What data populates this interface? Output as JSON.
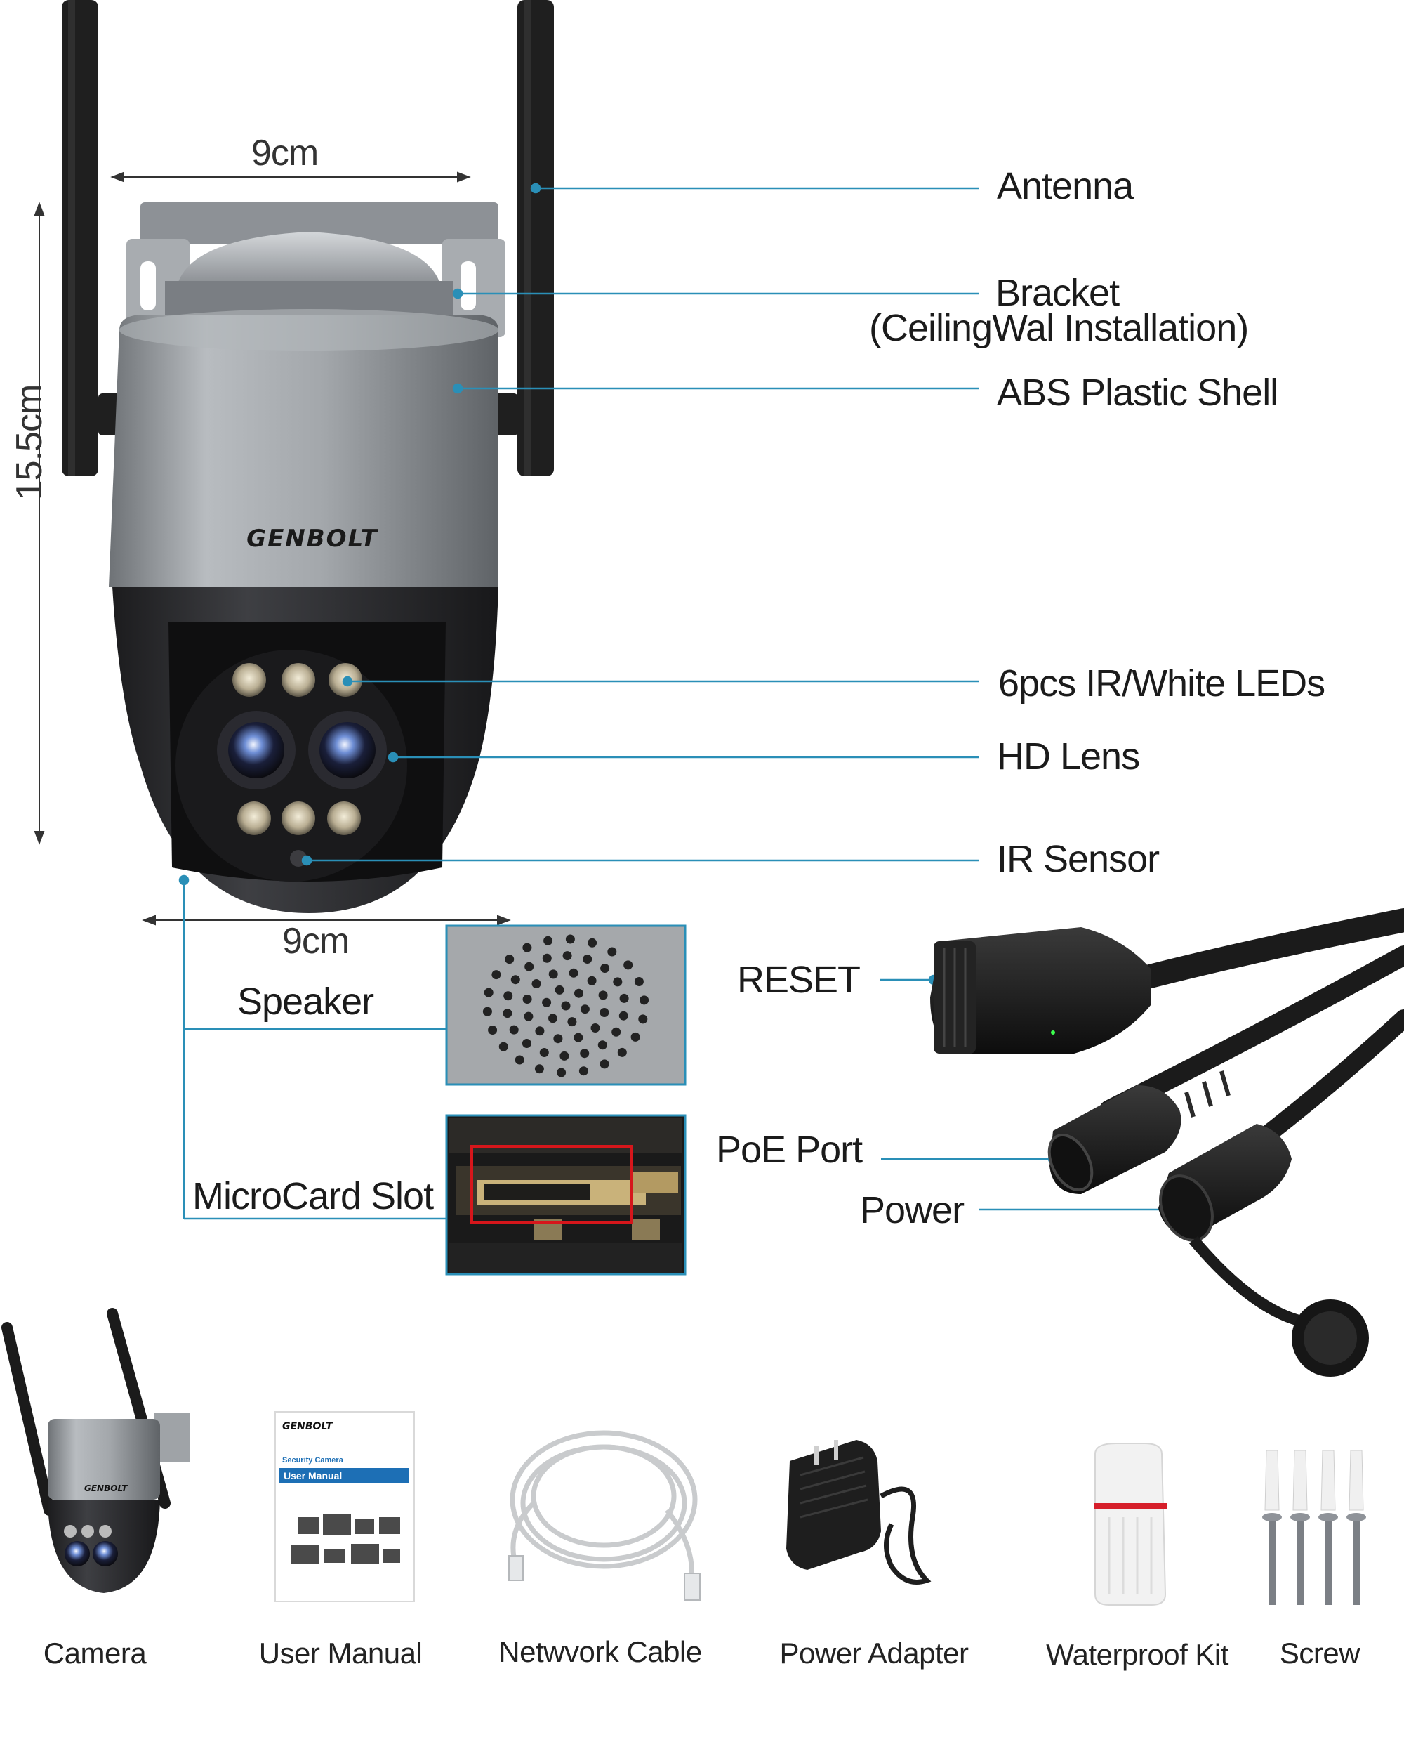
{
  "brand": {
    "logo": "GENBOLT"
  },
  "dimensions": {
    "width_top": "9cm",
    "height": "15.5cm",
    "width_bottom": "9cm"
  },
  "callouts": {
    "antenna": "Antenna",
    "bracket": "Bracket",
    "bracket_sub": "(CeilingWal Installation)",
    "shell": "ABS Plastic Shell",
    "leds": "6pcs IR/White LEDs",
    "lens": "HD Lens",
    "ir_sensor": "IR Sensor",
    "speaker": "Speaker",
    "microcard": "MicroCard Slot",
    "reset": "RESET",
    "poe": "PoE Port",
    "power": "Power"
  },
  "manual": {
    "brand": "GENBOLT",
    "subtitle": "Security Camera",
    "title": "User Manual"
  },
  "accessories": [
    {
      "label": "Camera"
    },
    {
      "label": "User Manual"
    },
    {
      "label": "Netwvork Cable"
    },
    {
      "label": "Power Adapter"
    },
    {
      "label": "Waterproof Kit"
    },
    {
      "label": "Screw"
    }
  ],
  "colors": {
    "leader": "#2a8fb7",
    "shell": "#9a9ea3",
    "body": "#2b2b2e"
  }
}
